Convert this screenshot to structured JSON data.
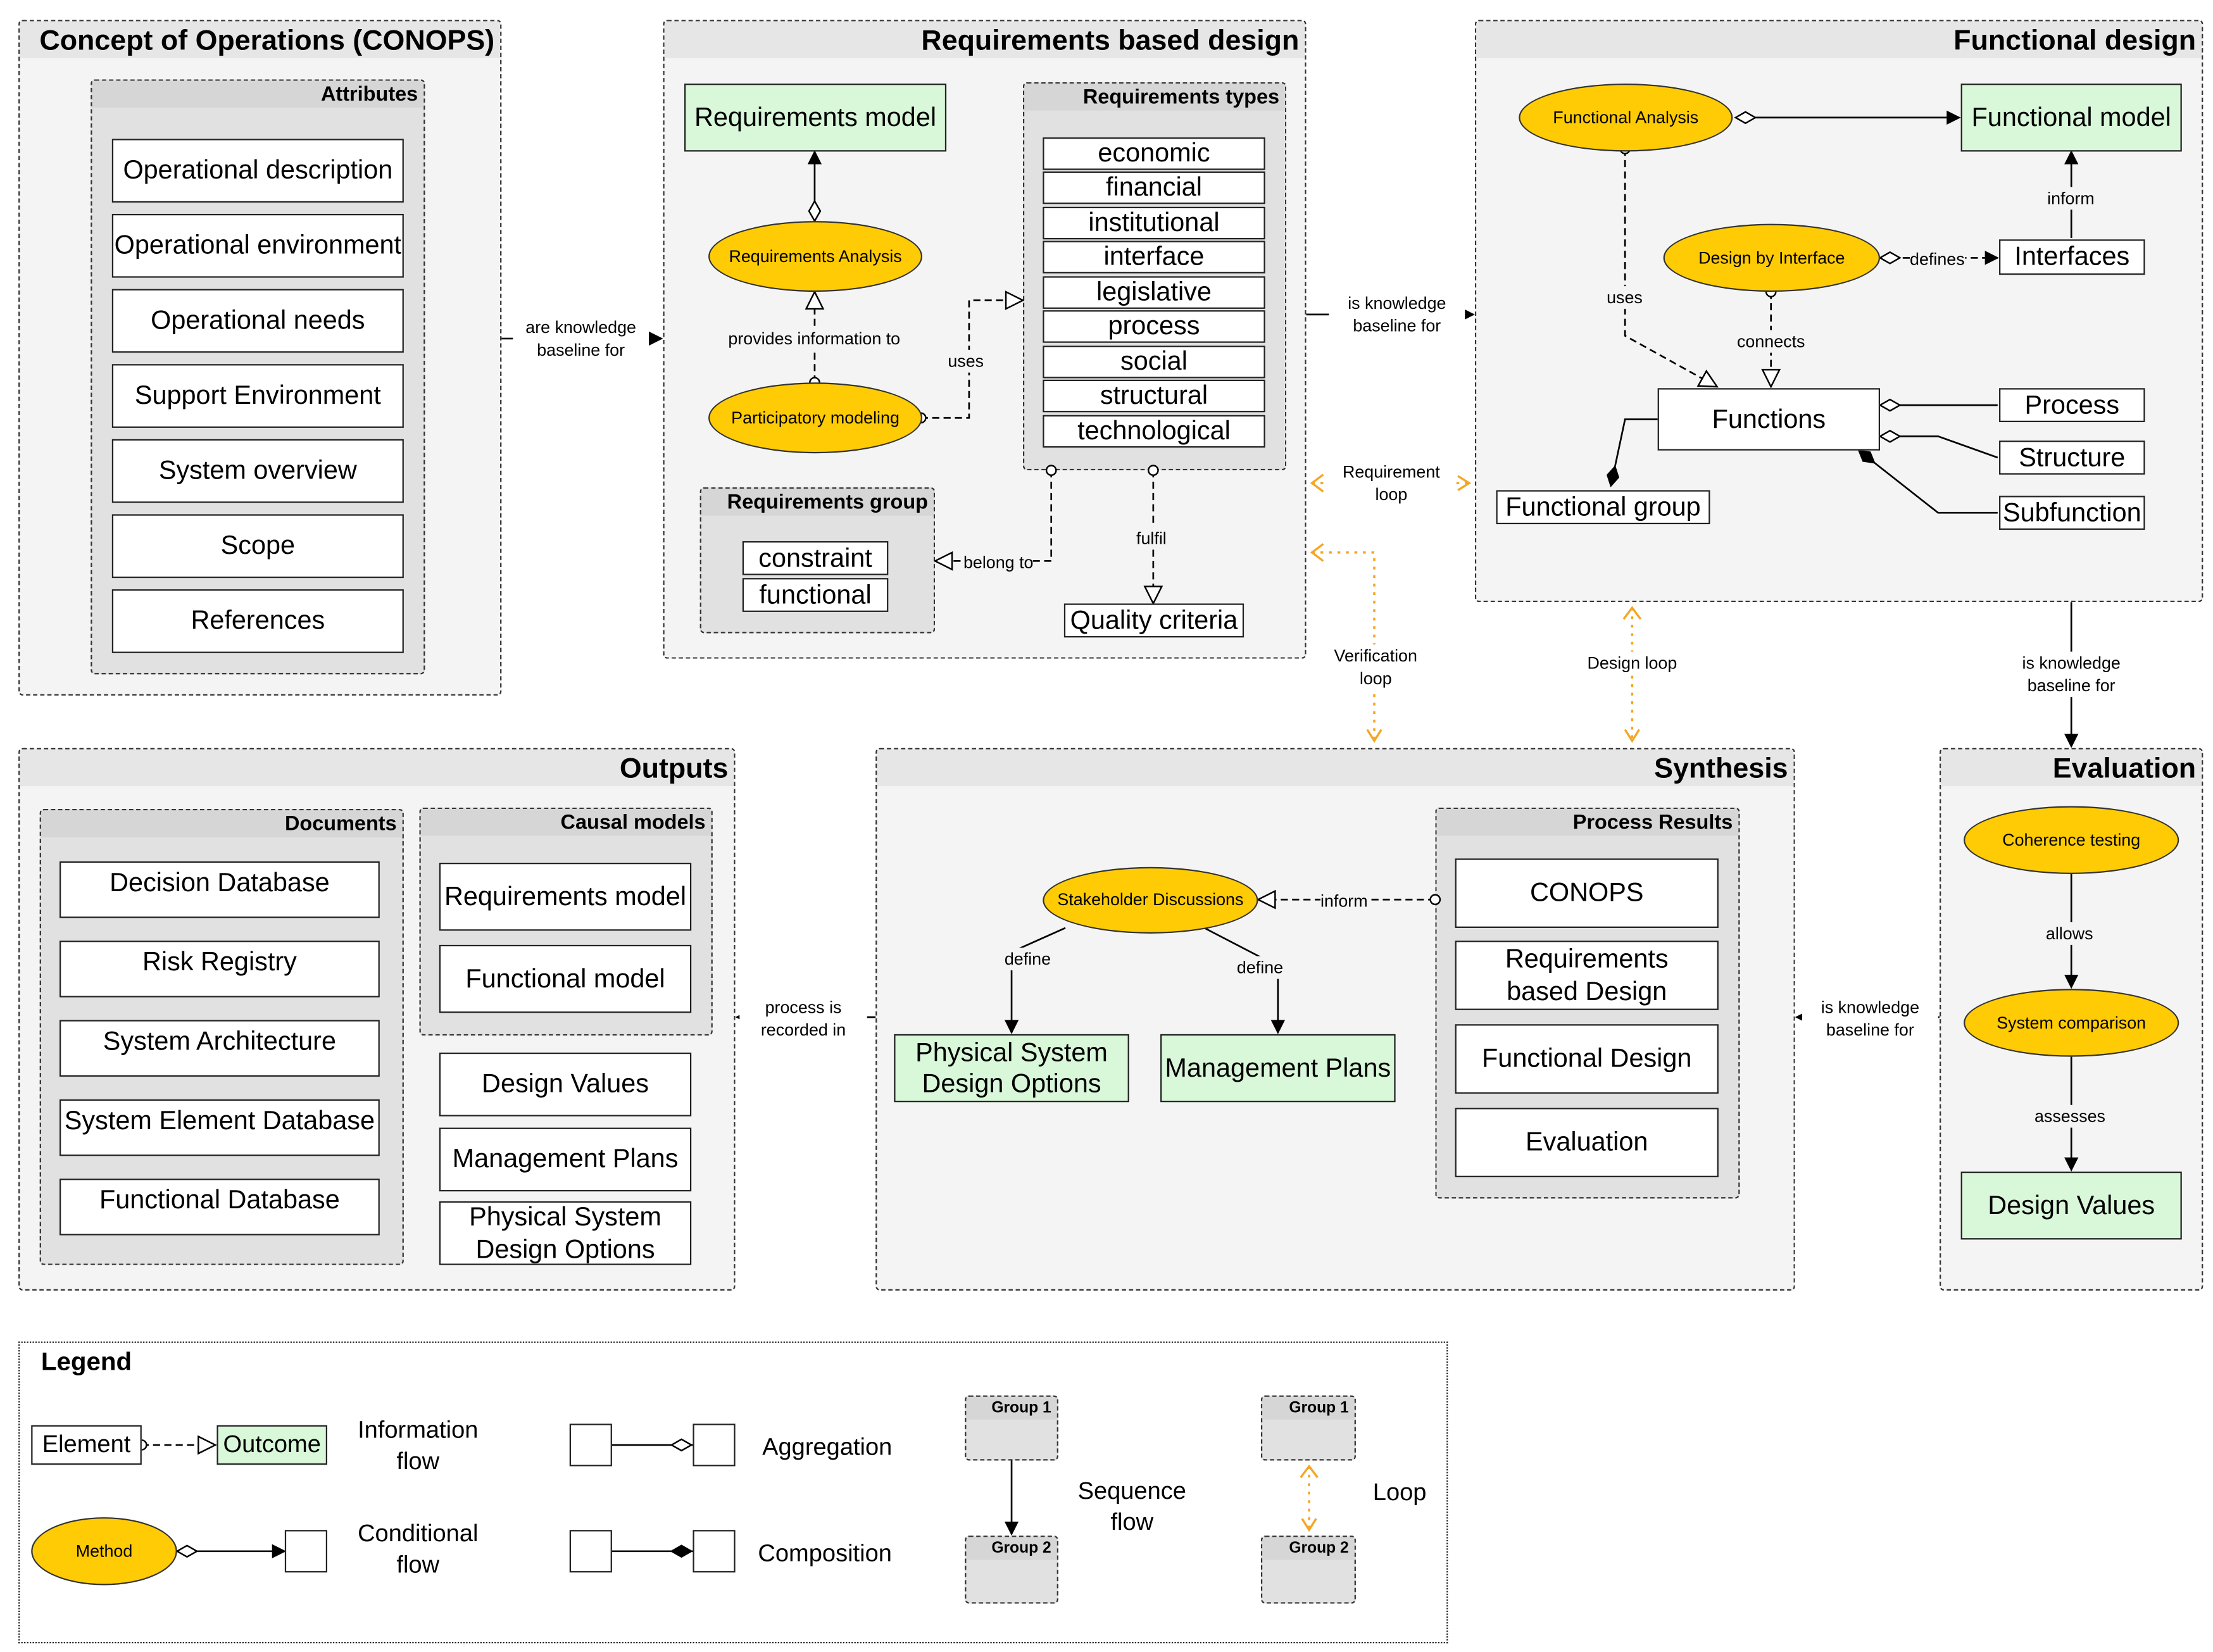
{
  "conops": {
    "title": "Concept of Operations (CONOPS)",
    "group_title": "Attributes",
    "items": [
      "Operational description",
      "Operational environment",
      "Operational needs",
      "Support Environment",
      "System overview",
      "Scope",
      "References"
    ]
  },
  "rbd": {
    "title": "Requirements based design",
    "requirements_model": "Requirements model",
    "requirements_analysis": "Requirements Analysis",
    "participatory_modeling": "Participatory modeling",
    "provides_information_to": "provides information to",
    "uses": "uses",
    "types_title": "Requirements types",
    "types": [
      "economic",
      "financial",
      "institutional",
      "interface",
      "legislative",
      "process",
      "social",
      "structural",
      "technological"
    ],
    "group_title": "Requirements group",
    "groups": [
      "constraint",
      "functional"
    ],
    "belong_to": "belong to",
    "fulfil": "fulfil",
    "quality_criteria": "Quality criteria"
  },
  "fd": {
    "title": "Functional design",
    "functional_analysis": "Functional Analysis",
    "functional_model": "Functional model",
    "inform": "inform",
    "design_by_interface": "Design by Interface",
    "defines": "defines",
    "interfaces": "Interfaces",
    "uses": "uses",
    "connects": "connects",
    "functions": "Functions",
    "process": "Process",
    "structure": "Structure",
    "subfunction": "Subfunction",
    "functional_group": "Functional group"
  },
  "outputs": {
    "title": "Outputs",
    "documents_title": "Documents",
    "documents": [
      "Decision Database",
      "Risk Registry",
      "System Architecture",
      "System Element Database",
      "Functional Database"
    ],
    "causal_title": "Causal models",
    "causal": [
      "Requirements model",
      "Functional model"
    ],
    "design_values": "Design Values",
    "management_plans": "Management Plans",
    "physical_options": "Physical System Design Options"
  },
  "synthesis": {
    "title": "Synthesis",
    "stakeholder": "Stakeholder Discussions",
    "inform": "inform",
    "define1": "define",
    "define2": "define",
    "physical_options": "Physical System Design Options",
    "management_plans": "Management Plans",
    "results_title": "Process Results",
    "results": [
      "CONOPS",
      "Requirements based Design",
      "Functional Design",
      "Evaluation"
    ]
  },
  "evaluation": {
    "title": "Evaluation",
    "coherence": "Coherence testing",
    "allows": "allows",
    "comparison": "System comparison",
    "assesses": "assesses",
    "design_values": "Design Values"
  },
  "connectors": {
    "are_knowledge": "are knowledge baseline for",
    "is_knowledge_1": "is knowledge baseline for",
    "is_knowledge_2": "is knowledge baseline for",
    "is_knowledge_3": "is knowledge baseline for",
    "process_recorded": "process is recorded in",
    "requirement_loop": "Requirement loop",
    "verification_loop": "Verification loop",
    "design_loop": "Design loop"
  },
  "legend": {
    "title": "Legend",
    "element": "Element",
    "outcome": "Outcome",
    "information_flow": "Information flow",
    "method": "Method",
    "conditional_flow": "Conditional flow",
    "aggregation": "Aggregation",
    "composition": "Composition",
    "group1": "Group 1",
    "group2": "Group 2",
    "sequence_flow": "Sequence flow",
    "loop": "Loop"
  },
  "colors": {
    "method": "#ffcb05",
    "outcome": "#d9f7d9",
    "panel": "#f4f4f4",
    "group": "#e1e1e1",
    "loop": "#f5a623"
  }
}
